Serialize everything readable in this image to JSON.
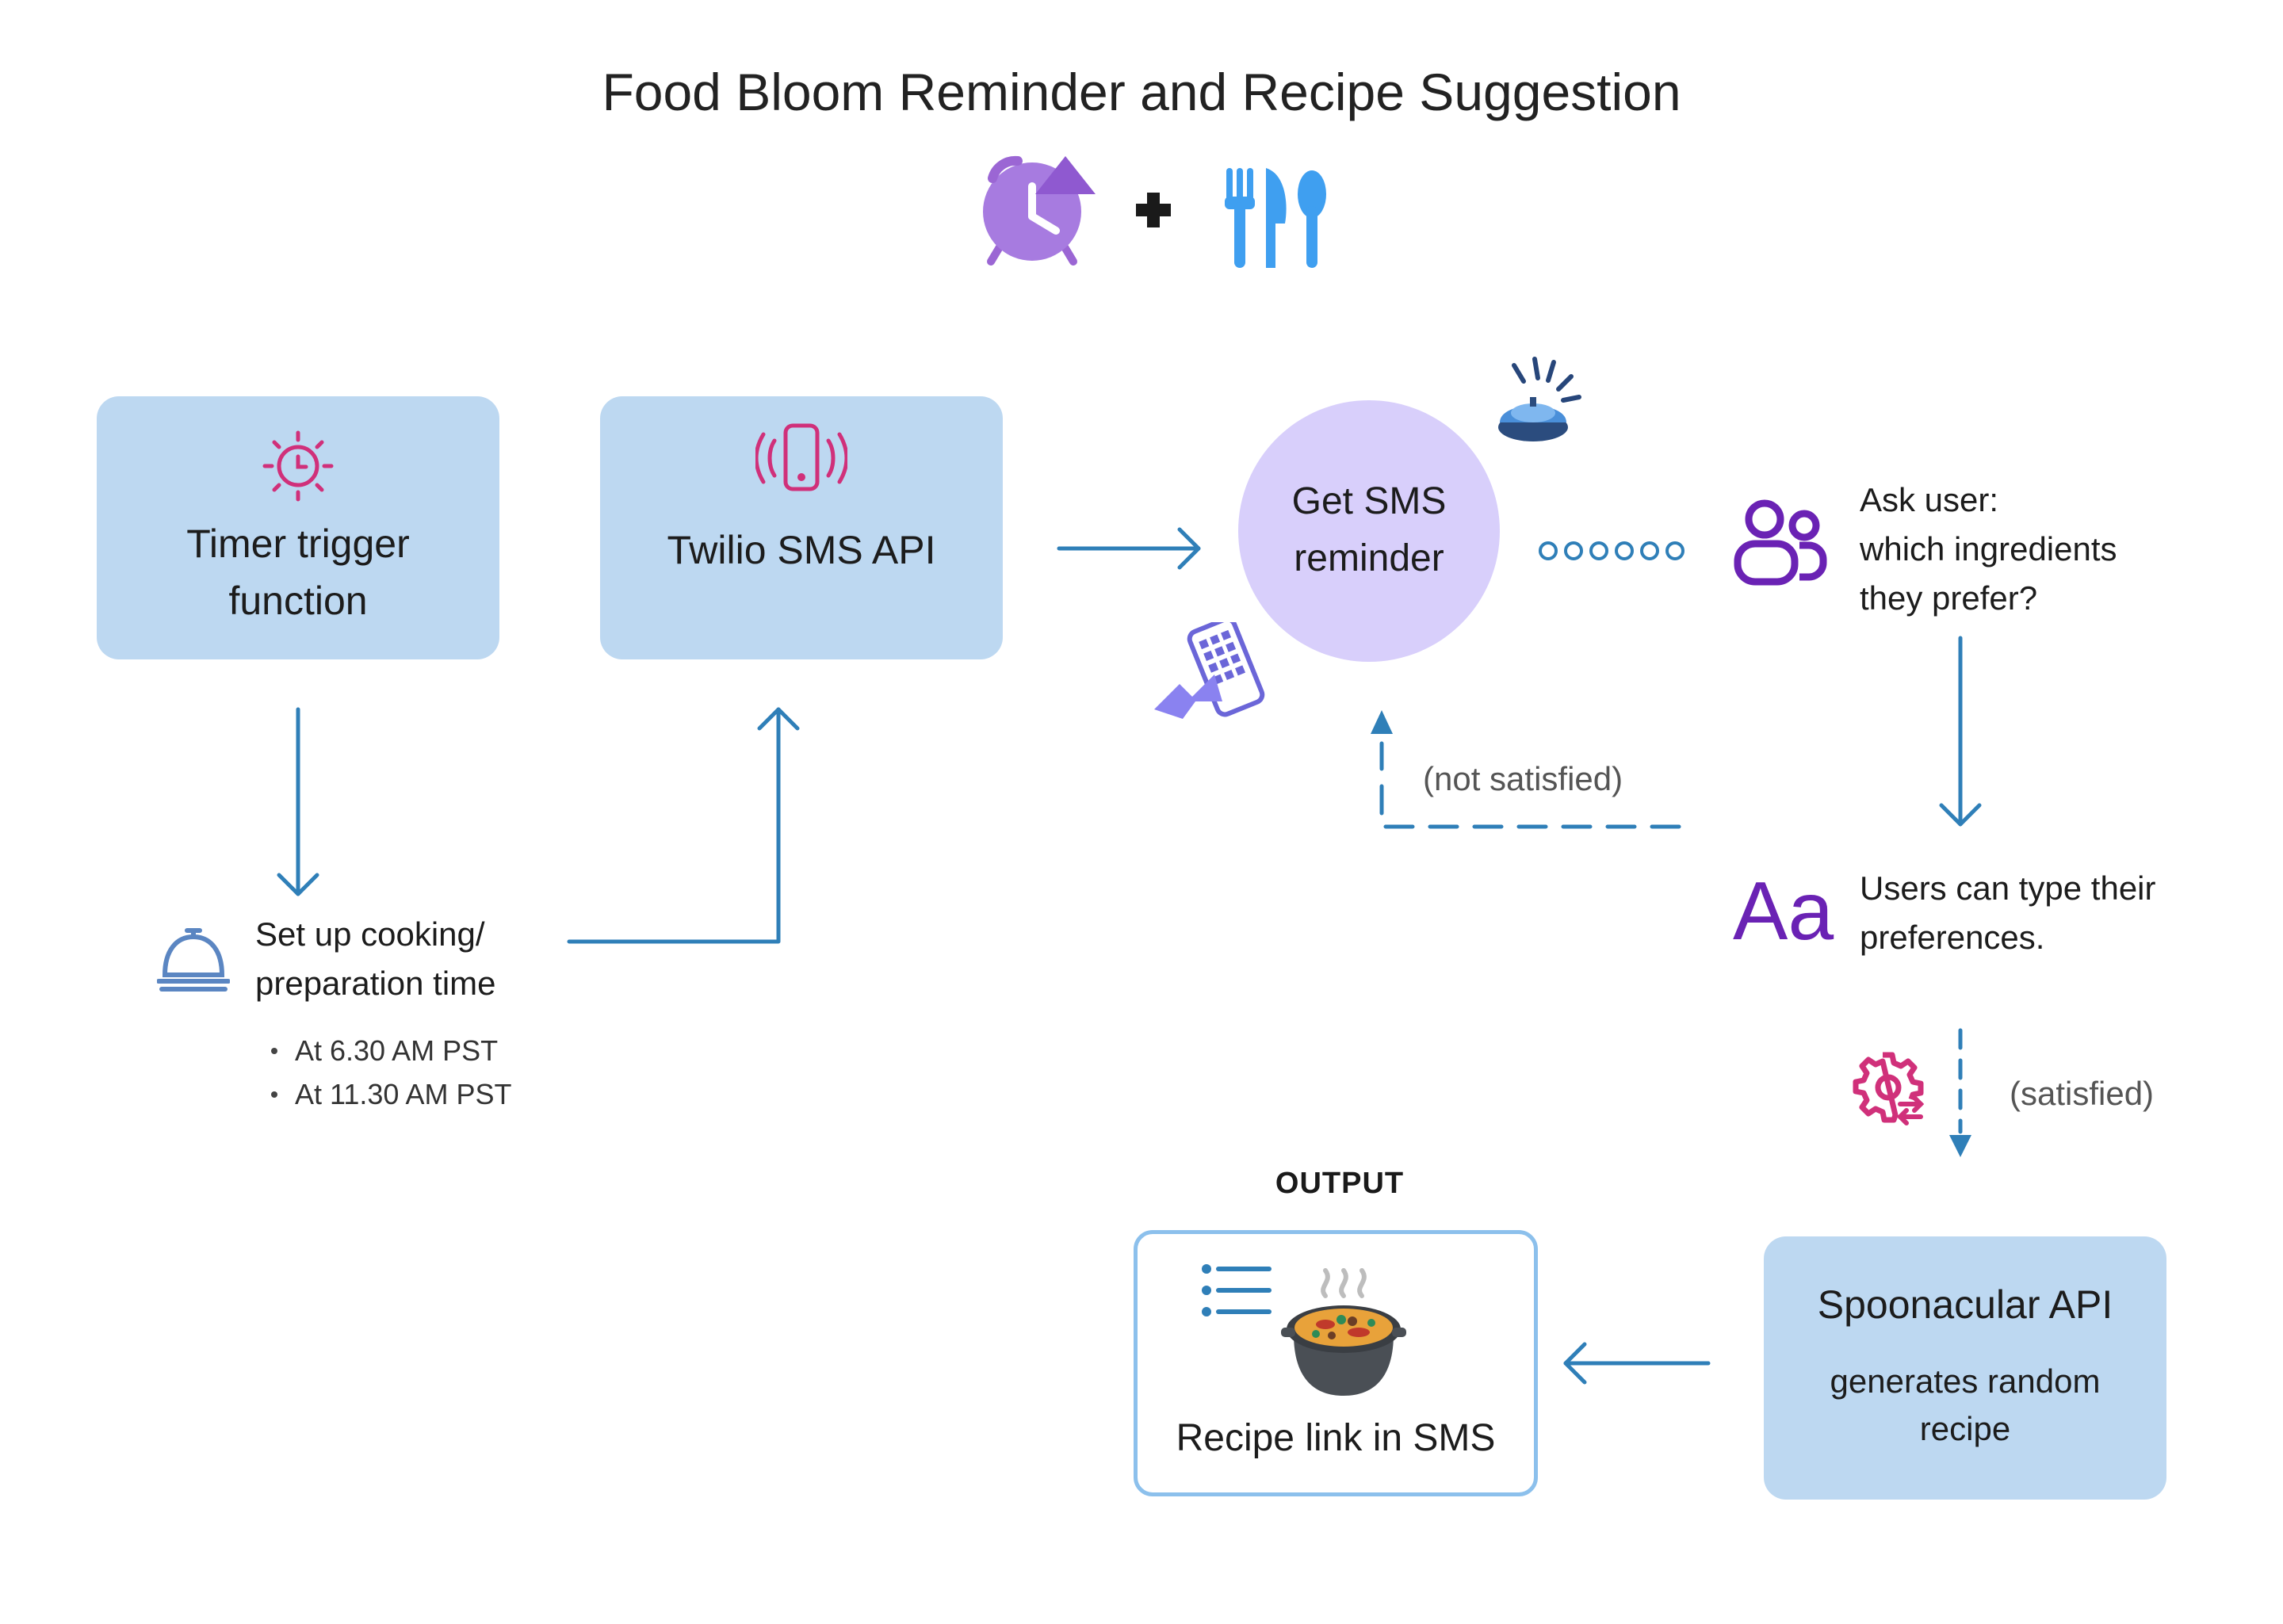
{
  "title": "Food Bloom Reminder and Recipe Suggestion",
  "colors": {
    "box_fill": "#bdd8f1",
    "arrow": "#2f7fb8",
    "circle_fill": "#d8cffb",
    "accent_purple": "#6a22b4",
    "accent_pink": "#d0307a"
  },
  "header_icons": {
    "alarm": "alarm-clock-icon",
    "plus": "plus-icon",
    "cutlery": "cutlery-icon"
  },
  "nodes": {
    "timer": {
      "line1": "Timer trigger",
      "line2": "function",
      "icon": "sun-clock-icon"
    },
    "twilio": {
      "label": "Twilio SMS API",
      "icon": "phone-vibrate-icon"
    },
    "sms": {
      "line1": "Get SMS",
      "line2": "reminder"
    },
    "setup": {
      "line1": "Set up cooking/",
      "line2": "preparation time",
      "bullets": [
        "At 6.30 AM PST",
        "At 11.30 AM PST"
      ],
      "icon": "bell-icon"
    },
    "ask": {
      "line1": "Ask user:",
      "line2": "which ingredients",
      "line3": "they prefer?",
      "icon": "users-icon"
    },
    "type": {
      "glyph": "Aa",
      "line1": "Users can type their",
      "line2": "preferences."
    },
    "spoon": {
      "label": "Spoonacular API",
      "line1": "generates random",
      "line2": "recipe"
    },
    "output": {
      "heading": "OUTPUT",
      "label": "Recipe link in SMS",
      "icons": [
        "list-icon",
        "cooking-pot-icon"
      ]
    }
  },
  "edge_labels": {
    "not_satisfied": "(not satisfied)",
    "satisfied": "(satisfied)"
  }
}
